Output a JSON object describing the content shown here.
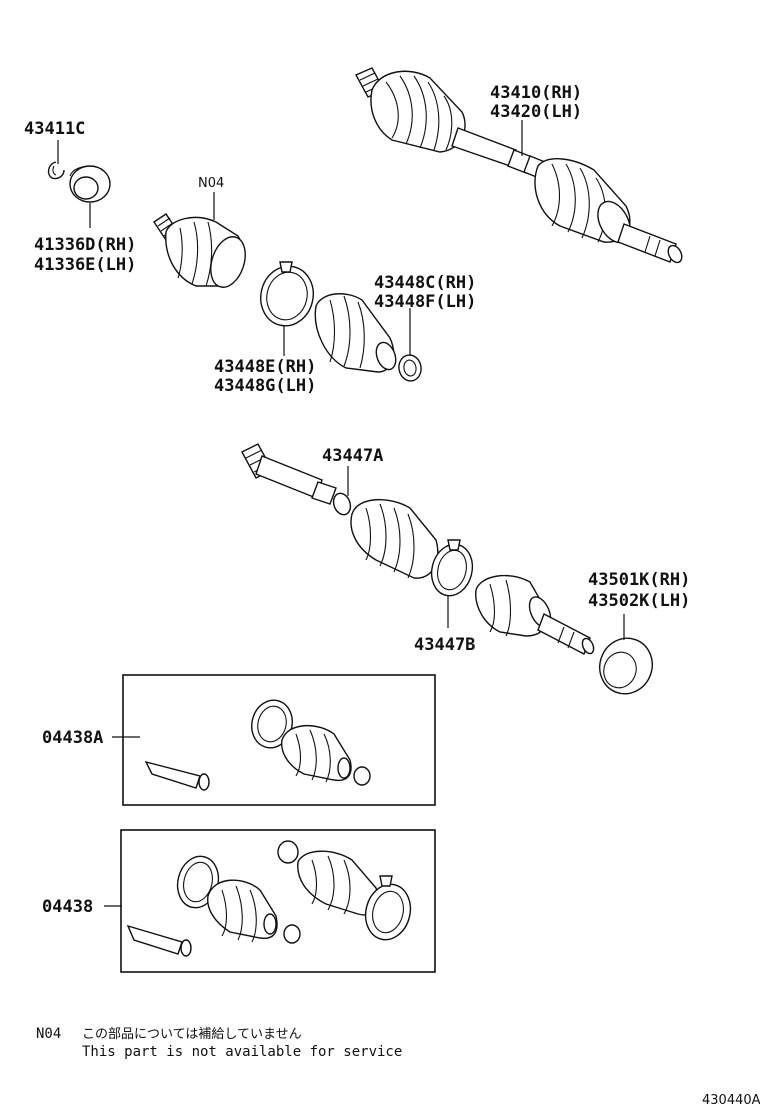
{
  "labels": {
    "l_43411c": "43411C",
    "l_41336d": "41336D(RH)",
    "l_41336e": "41336E(LH)",
    "l_n04": "N04",
    "l_43410": "43410(RH)",
    "l_43420": "43420(LH)",
    "l_43448c": "43448C(RH)",
    "l_43448f": "43448F(LH)",
    "l_43448e": "43448E(RH)",
    "l_43448g": "43448G(LH)",
    "l_43447a": "43447A",
    "l_43447b": "43447B",
    "l_43501k": "43501K(RH)",
    "l_43502k": "43502K(LH)",
    "l_04438a": "04438A",
    "l_04438": "04438"
  },
  "footnote": {
    "code": "N04",
    "japanese": "この部品については補給していません",
    "english": "This part is not available for service"
  },
  "diagram_id": "430440A"
}
